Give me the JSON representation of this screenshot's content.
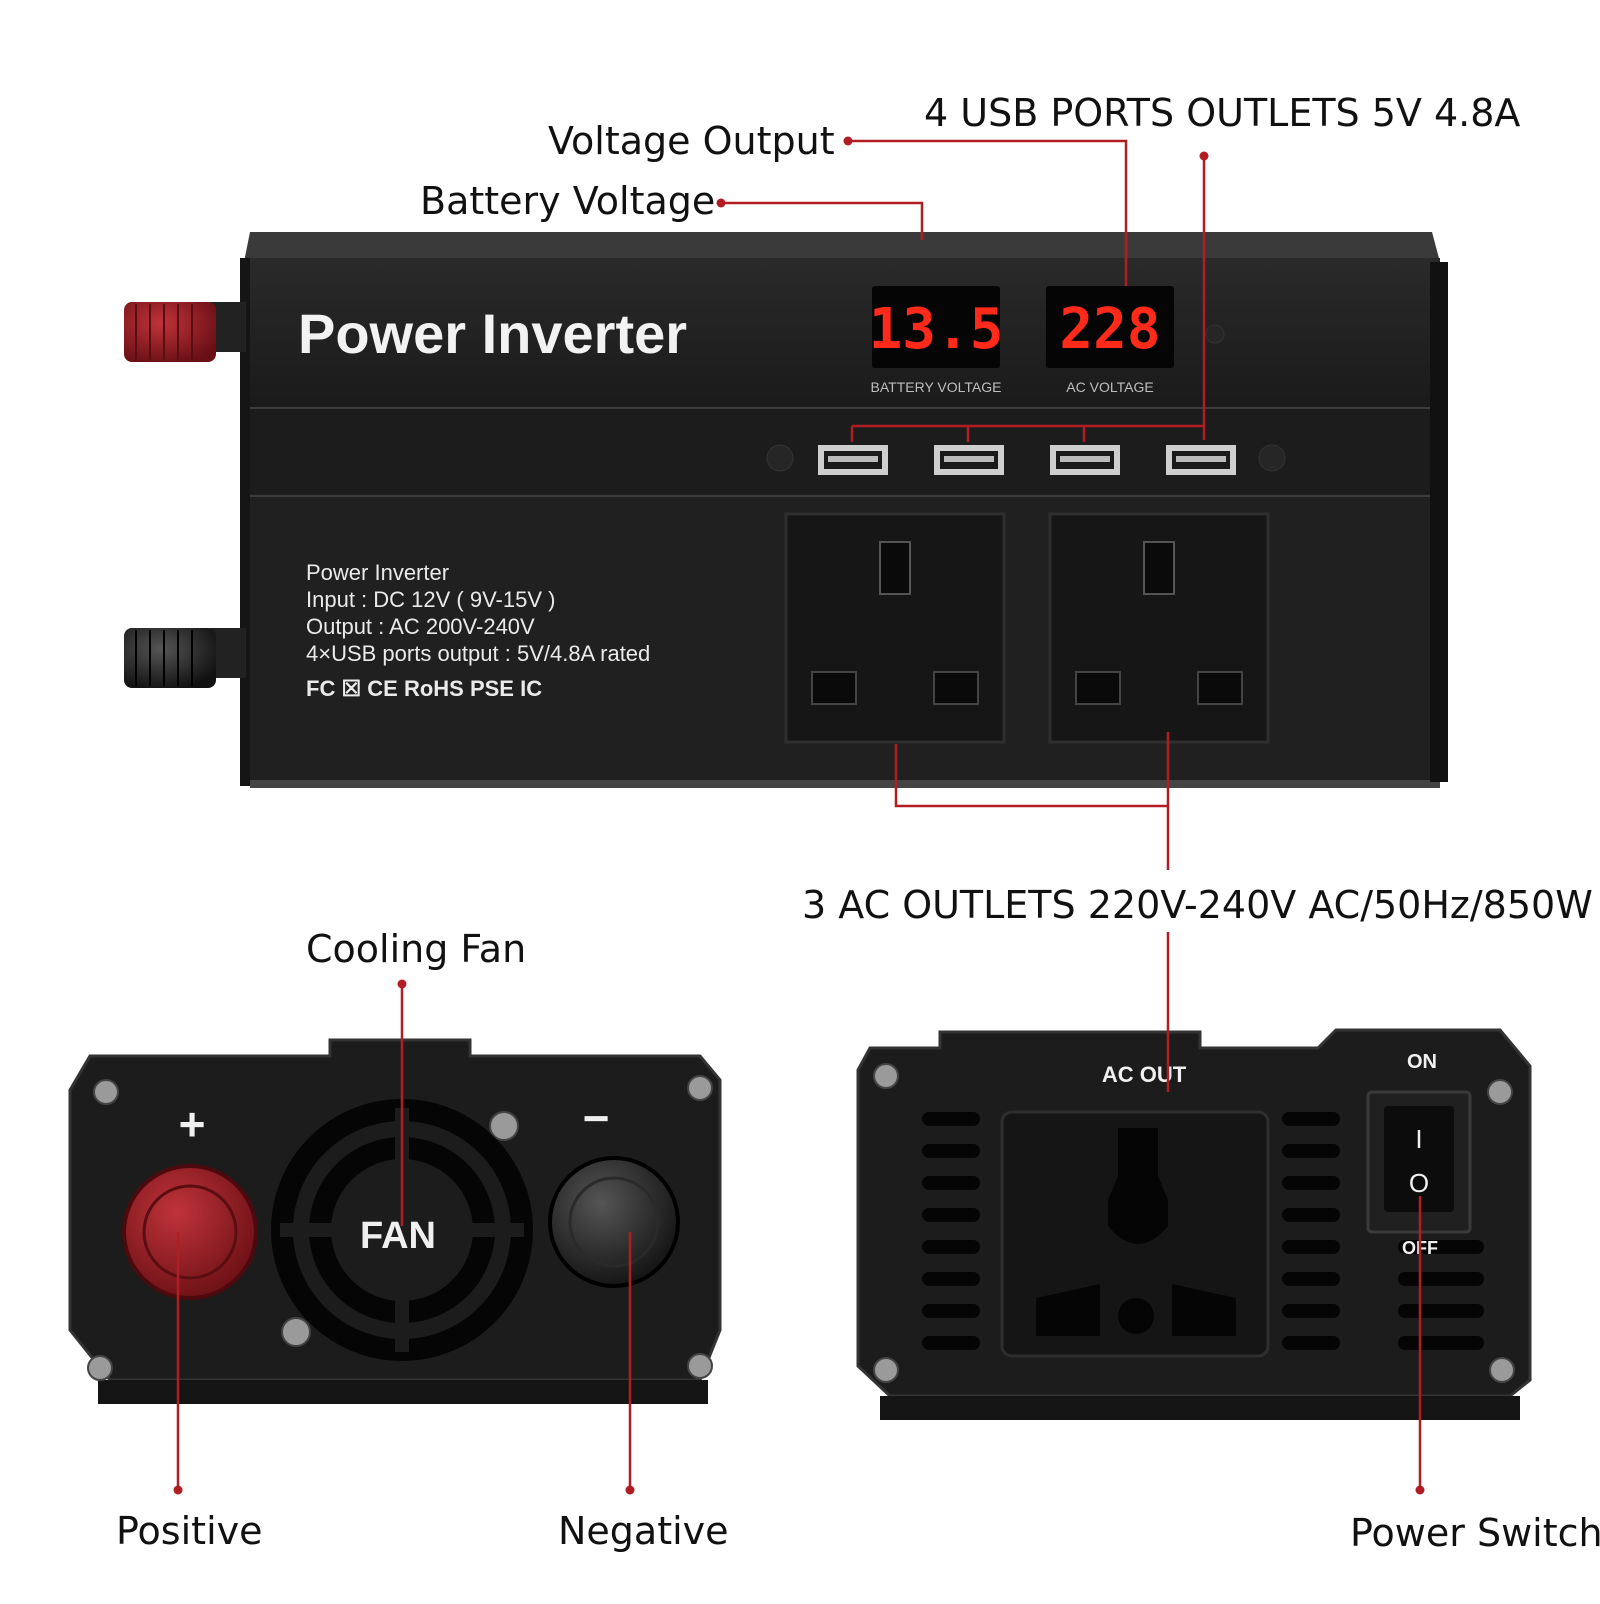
{
  "callouts": {
    "voltage_output": "Voltage Output",
    "battery_voltage": "Battery Voltage",
    "usb_ports": "4 USB PORTS OUTLETS 5V 4.8A",
    "ac_outlets": "3 AC OUTLETS 220V-240V AC/50Hz/850W",
    "cooling_fan": "Cooling Fan",
    "positive": "Positive",
    "negative": "Negative",
    "power_switch": "Power Switch"
  },
  "device": {
    "title": "Power Inverter",
    "battery_display": "13.5",
    "ac_display": "228",
    "battery_label": "BATTERY VOLTAGE",
    "ac_label": "AC  VOLTAGE",
    "spec_lines": [
      "Power Inverter",
      "Input : DC 12V ( 9V-15V )",
      "Output : AC 200V-240V",
      "4×USB ports output : 5V/4.8A rated"
    ],
    "cert_marks": "FC  ☒  CE  RoHS  PSE  IC",
    "usb_port_count": 4,
    "socket_count": 2
  },
  "fan_panel": {
    "plus": "+",
    "minus": "−",
    "fan_label": "FAN"
  },
  "ac_panel": {
    "ac_out_label": "AC OUT",
    "on_label": "ON",
    "off_label": "OFF",
    "switch_on_symbol": "I",
    "switch_off_symbol": "O"
  },
  "colors": {
    "accent_red": "#b01e23",
    "display_red": "#ff2a1a",
    "body_dark": "#1f1f1f",
    "terminal_red": "#8e1a1f"
  }
}
